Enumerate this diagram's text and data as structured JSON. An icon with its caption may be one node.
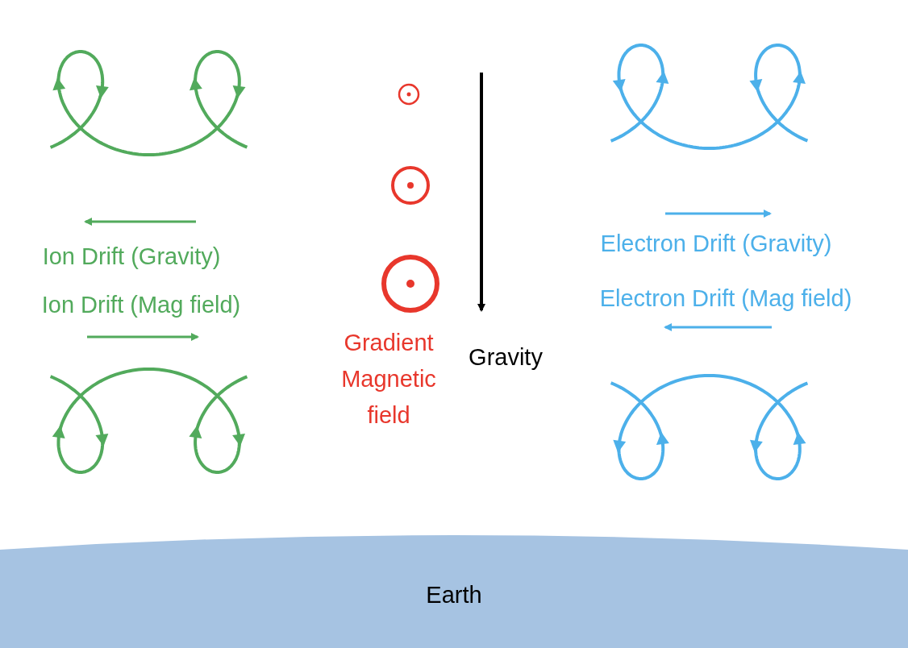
{
  "diagram": {
    "nodes": [
      {
        "text": [
          "Earth"
        ]
      }
    ],
    "labels": [
      "Ion Drift (Gravity)",
      "Ion Drift (Mag field)",
      "Gradient Magnetic field",
      "Gravity",
      "Electron Drift (Gravity)",
      "Electron Drift (Mag field)"
    ]
  }
}
